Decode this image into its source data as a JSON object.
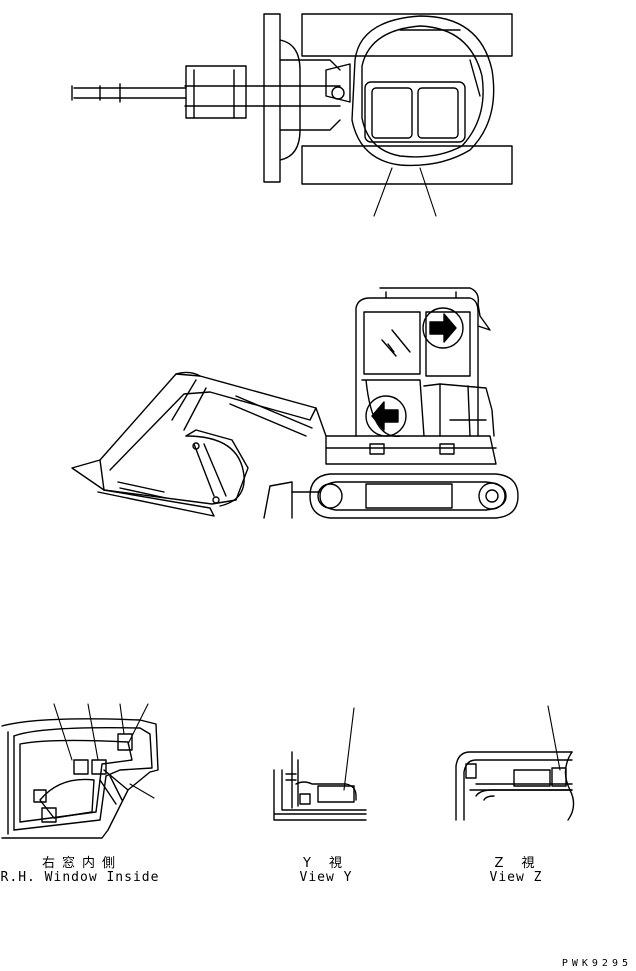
{
  "views": {
    "rh_window": {
      "jp": "右窓内側",
      "en": "R.H. Window Inside"
    },
    "view_y": {
      "jp": "Y 視",
      "en": "View Y"
    },
    "view_z": {
      "jp": "Z 視",
      "en": "View Z"
    }
  },
  "drawing_code": "PWK9295",
  "icons": [
    "arrow-right-icon",
    "arrow-left-icon"
  ]
}
